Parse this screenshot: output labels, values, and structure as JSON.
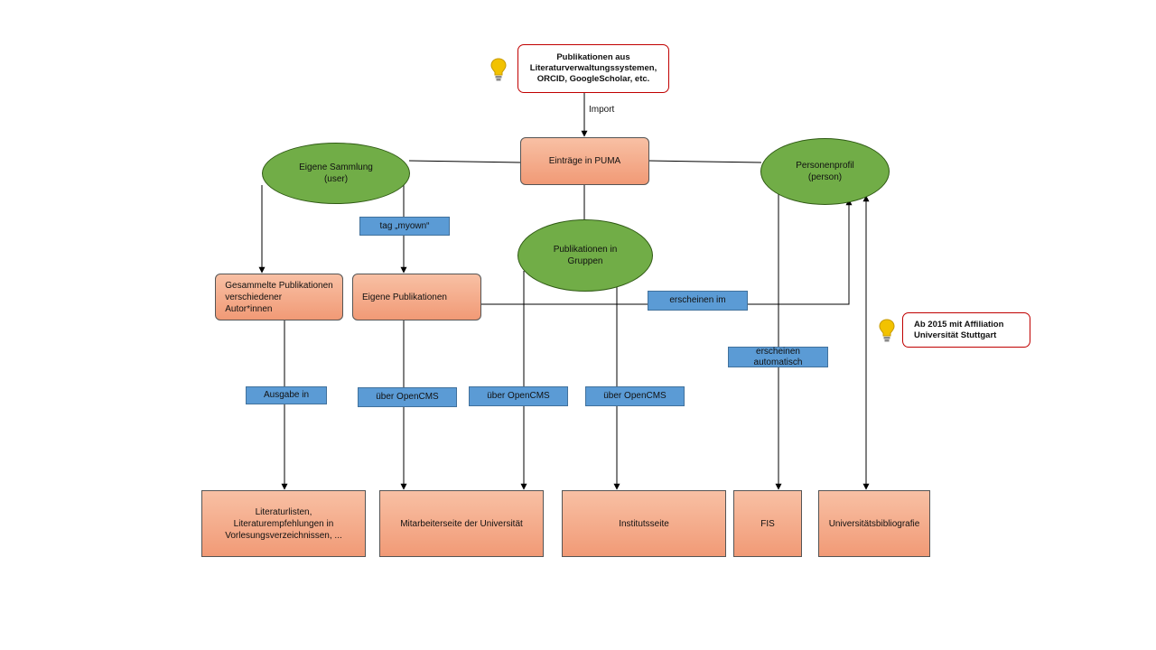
{
  "diagram": {
    "nodes": {
      "import_source": "Publikationen aus\nLiteraturverwaltungssystemen,\nORCID, GoogleScholar, etc.",
      "puma": "Einträge in PUMA",
      "own_collection": "Eigene Sammlung\n(user)",
      "person_profile": "Personenprofil\n(person)",
      "groups": "Publikationen in\nGruppen",
      "collected_pubs": "Gesammelte Publikationen\nverschiedener\nAutor*innen",
      "own_pubs": "Eigene Publikationen",
      "affiliation_note": "Ab 2015 mit Affiliation\nUniversität Stuttgart",
      "lit_lists": "Literaturlisten,\nLiteraturempfehlungen in\nVorlesungsverzeichnissen, ...",
      "staff_page": "Mitarbeiterseite der Universität",
      "institute_page": "Institutsseite",
      "fis": "FIS",
      "uni_bib": "Universitätsbibliografie"
    },
    "edge_labels": {
      "import": "Import",
      "tag_myown": "tag „myown“",
      "appear_in": "erscheinen im",
      "appear_auto": "erscheinen\nautomatisch",
      "output_in": "Ausgabe in",
      "via_opencms_1": "über OpenCMS",
      "via_opencms_2": "über OpenCMS",
      "via_opencms_3": "über OpenCMS"
    },
    "icons": [
      "lightbulb-icon",
      "lightbulb-icon"
    ],
    "colors": {
      "rect_fill": "#f4a582",
      "ellipse_fill": "#71ad47",
      "label_fill": "#5b9bd5",
      "callout_border": "#c00000",
      "bulb": "#f2c200"
    }
  }
}
